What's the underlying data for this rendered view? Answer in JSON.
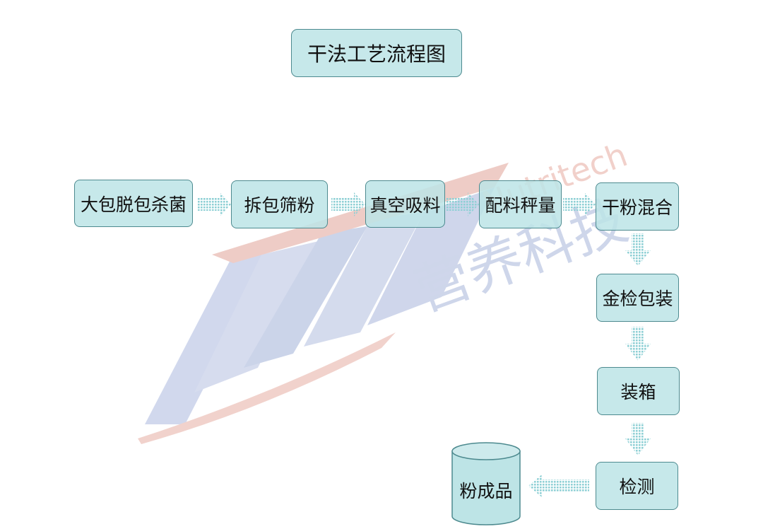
{
  "title": "干法工艺流程图",
  "steps": [
    "大包脱包杀菌",
    "拆包筛粉",
    "真空吸料",
    "配料秤量",
    "干粉混合",
    "金检包装",
    "装箱",
    "检测"
  ],
  "final_product": "粉成品",
  "watermark": {
    "brand_cn": "营养科技",
    "brand_en": "Nutritech",
    "colors": {
      "blue": "#c3cde6",
      "red": "#ecc4bd"
    }
  },
  "colors": {
    "box_fill": "#bde4e6",
    "box_border": "#4d8a8f",
    "arrow": "#8fd0d5"
  }
}
